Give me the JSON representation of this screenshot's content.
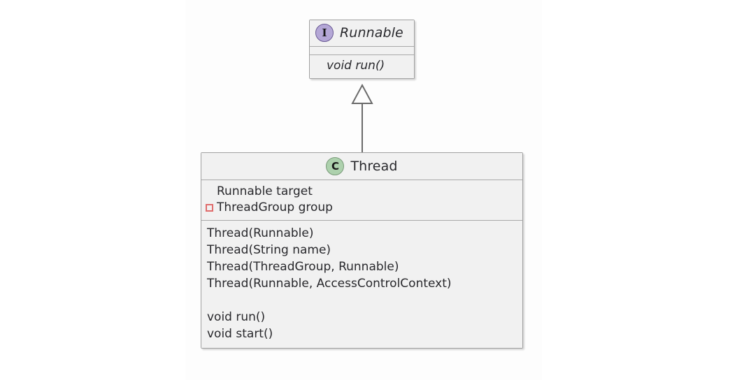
{
  "diagram": {
    "type": "uml-class-diagram",
    "background_color": "#ffffff",
    "canvas_color": "#fdfdfd",
    "box_fill": "#f1f1f1",
    "box_border": "#a0a0a0",
    "interface_marker_color": "#b4a7d6",
    "class_marker_color": "#add1ad",
    "private_marker_color": "#e06c6c"
  },
  "interface": {
    "stereotype": "I",
    "name": "Runnable",
    "fields": [],
    "methods": [
      {
        "visibility": "none",
        "text": "void run()",
        "italic": true
      }
    ]
  },
  "class": {
    "stereotype": "C",
    "name": "Thread",
    "fields": [
      {
        "visibility": "none",
        "text": "Runnable target"
      },
      {
        "visibility": "private",
        "text": "ThreadGroup group"
      }
    ],
    "methods": [
      {
        "visibility": "none",
        "text": "Thread(Runnable)"
      },
      {
        "visibility": "none",
        "text": "Thread(String name)"
      },
      {
        "visibility": "none",
        "text": "Thread(ThreadGroup, Runnable)"
      },
      {
        "visibility": "none",
        "text": "Thread(Runnable, AccessControlContext)"
      },
      {
        "visibility": "none",
        "text": ""
      },
      {
        "visibility": "none",
        "text": "void run()"
      },
      {
        "visibility": "none",
        "text": "void start()"
      }
    ]
  },
  "relationship": {
    "kind": "generalization",
    "from": "Thread",
    "to": "Runnable",
    "arrow": "hollow-triangle"
  }
}
